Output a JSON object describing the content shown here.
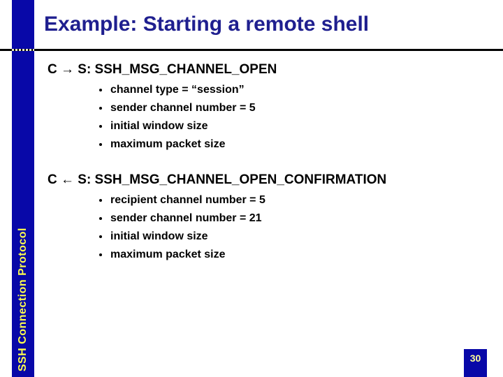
{
  "slide": {
    "title": "Example: Starting a remote shell",
    "sidebar": {
      "label": "SSH Connection Protocol"
    },
    "page": {
      "number": "30"
    },
    "blocks": [
      {
        "heading": "C → S: SSH_MSG_CHANNEL_OPEN",
        "bullets": [
          "channel type = “session”",
          "sender channel number = 5",
          "initial window size",
          "maximum packet size"
        ]
      },
      {
        "heading": "C ← S: SSH_MSG_CHANNEL_OPEN_CONFIRMATION",
        "bullets": [
          "recipient channel number = 5",
          "sender channel number = 21",
          "initial window size",
          "maximum packet size"
        ]
      }
    ],
    "colors": {
      "bar_blue": "#0808a8",
      "title_navy": "#1f1f8f",
      "sidebar_yellow": "#ffff4d",
      "page_number_yellow": "#ffff99",
      "dash_cream": "#efefc5",
      "body_text": "#000000",
      "background": "#ffffff"
    }
  }
}
